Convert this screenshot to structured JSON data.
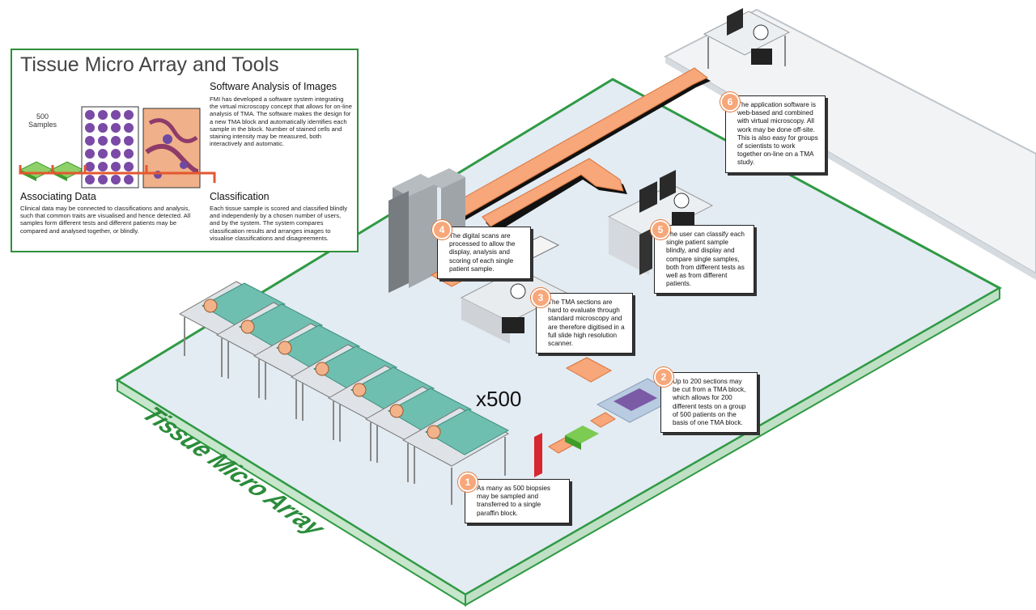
{
  "panel": {
    "title": "Tissue Micro Array and Tools",
    "samples_label": "500\nSamples",
    "software": {
      "heading": "Software Analysis of Images",
      "text": "FMI has developed a software system integrating the virtual microscopy concept that allows for on-line analysis of TMA. The software makes the design for a new TMA block and automatically identifies each sample in the block. Number of stained cells and staining intensity may be measured, both interactively and automatic."
    },
    "associating": {
      "heading": "Associating Data",
      "text": "Clinical data may be connected to classifications and analysis, such that common traits are visualised and hence detected. All samples form different tests and different patients may be compared and analysed together, or blindly."
    },
    "classification": {
      "heading": "Classification",
      "text": "Each tissue sample is scored and classified blindly and independenly by a chosen number of users, and by the system. The system compares classification results and arranges images to visualise classifications and disagreements."
    }
  },
  "floor_label": "Tissue Micro Array",
  "multiplier": "x500",
  "steps": [
    {
      "num": "1",
      "text": "As many as 500 biopsies may be sampled and transferred to a single paraffin block."
    },
    {
      "num": "2",
      "text": "Up to 200 sections may be cut from a TMA block, which allows for 200 different tests on a group of 500 patients on the basis of one TMA block."
    },
    {
      "num": "3",
      "text": "The TMA sections are hard to evaluate through standard microscopy and are therefore digitised in a full slide high resolution scanner."
    },
    {
      "num": "4",
      "text": "The digital scans are processed to allow the display, analysis and scoring of each single patient sample."
    },
    {
      "num": "5",
      "text": "The user can classify each single patient sample blindly, and display and compare single samples, both from different tests as well as from different patients."
    },
    {
      "num": "6",
      "text": "The application software is web-based and combined with virtual microscopy. All work may be done off-site. This is also easy for groups of scientists to work together on-line on a TMA study."
    }
  ],
  "colors": {
    "platform_top": "#e4ecf4",
    "platform_edge": "#2f9a44",
    "arrow_orange": "#f7a77a",
    "sheet_teal": "#6fbfb0",
    "callout_orange": "#e07a3e"
  }
}
